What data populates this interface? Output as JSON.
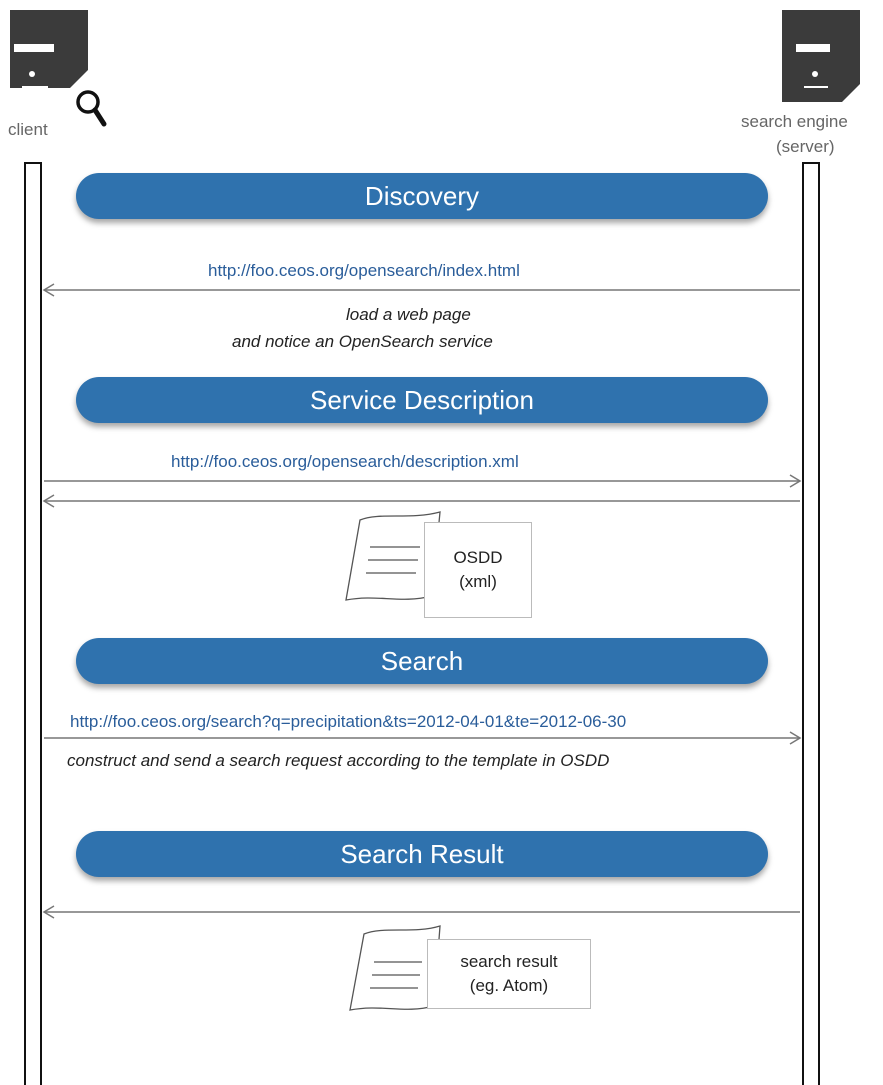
{
  "colors": {
    "phase_fill": "#2f72ae",
    "url_text": "#2a5d9a",
    "server_icon": "#3b3b3b",
    "arrow": "#777777"
  },
  "actors": {
    "client": {
      "label": "client",
      "icon": "server-with-magnifier-icon"
    },
    "server": {
      "label_line1": "search engine",
      "label_line2": "(server)",
      "icon": "server-icon"
    }
  },
  "phases": {
    "discovery": "Discovery",
    "service_description": "Service Description",
    "search": "Search",
    "search_result": "Search Result"
  },
  "messages": {
    "discovery_url": "http://foo.ceos.org/opensearch/index.html",
    "discovery_note_line1": "load a web page",
    "discovery_note_line2": "and notice an OpenSearch service",
    "description_url": "http://foo.ceos.org/opensearch/description.xml",
    "search_url": "http://foo.ceos.org/search?q=precipitation&ts=2012-04-01&te=2012-06-30",
    "search_note": "construct and send a search request according to the template in OSDD"
  },
  "documents": {
    "osdd": {
      "line1": "OSDD",
      "line2": "(xml)",
      "icon": "document-icon"
    },
    "result": {
      "line1": "search result",
      "line2": "(eg. Atom)",
      "icon": "document-icon"
    }
  }
}
